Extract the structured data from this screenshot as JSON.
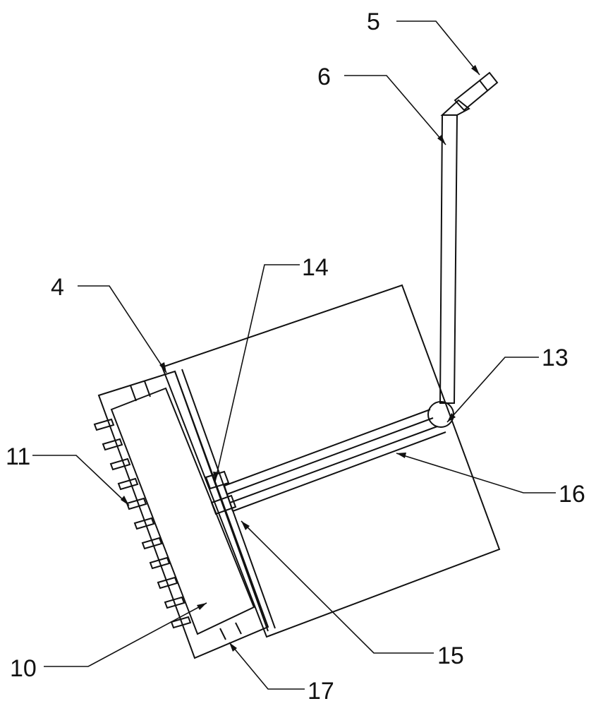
{
  "labels": {
    "l5": "5",
    "l6": "6",
    "l14": "14",
    "l4": "4",
    "l13": "13",
    "l11": "11",
    "l16": "16",
    "l15": "15",
    "l10": "10",
    "l17": "17"
  },
  "colors": {
    "line": "#111111",
    "background": "#ffffff"
  }
}
